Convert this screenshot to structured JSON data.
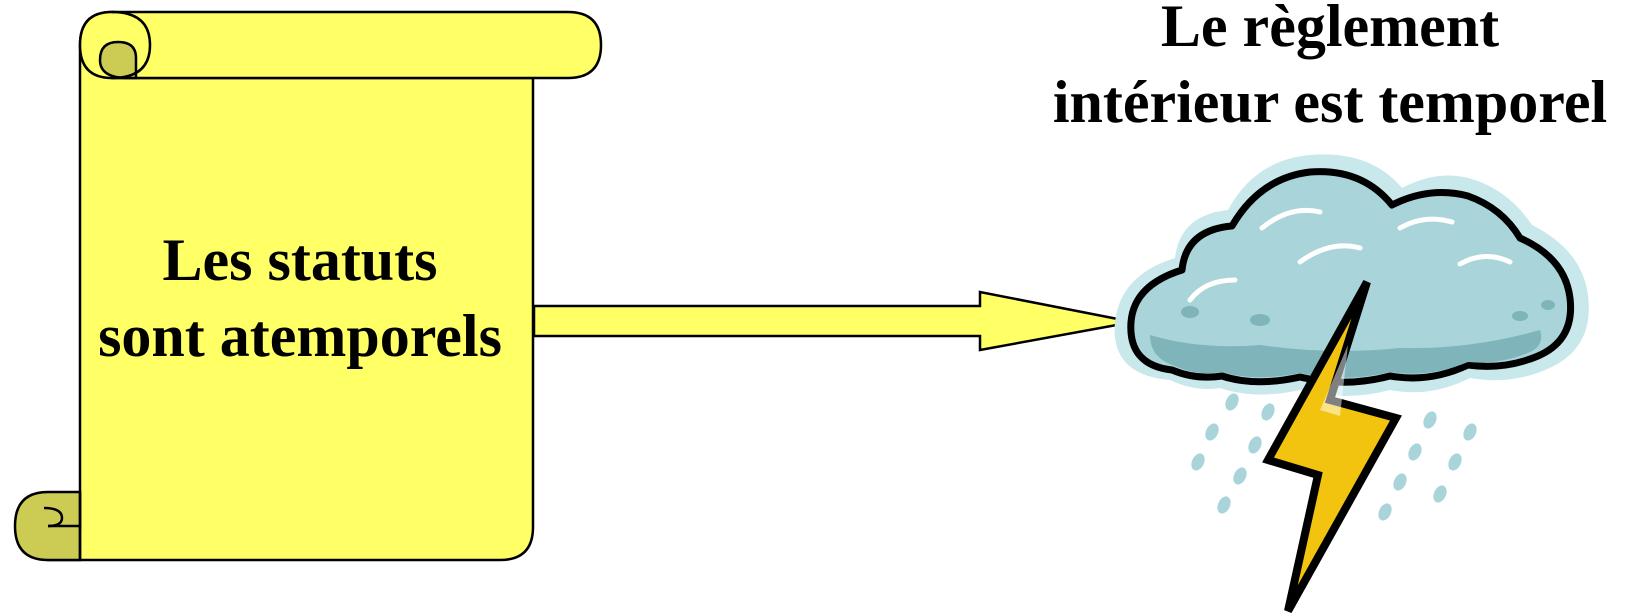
{
  "scroll": {
    "line1": "Les statuts",
    "line2": "sont atemporels"
  },
  "cloud": {
    "line1": "Le règlement",
    "line2": "intérieur est temporel"
  },
  "colors": {
    "scroll_fill": "#ffff66",
    "scroll_curl": "#cccc55",
    "arrow_fill": "#ffff66",
    "cloud_fill": "#a8d4da",
    "cloud_halo": "#c8e8ec",
    "cloud_shadow": "#7fb4ba",
    "lightning": "#f2c40f",
    "outline": "#000000"
  },
  "icons": [
    "scroll-icon",
    "arrow-icon",
    "storm-cloud-icon",
    "lightning-icon",
    "rain-icon"
  ]
}
